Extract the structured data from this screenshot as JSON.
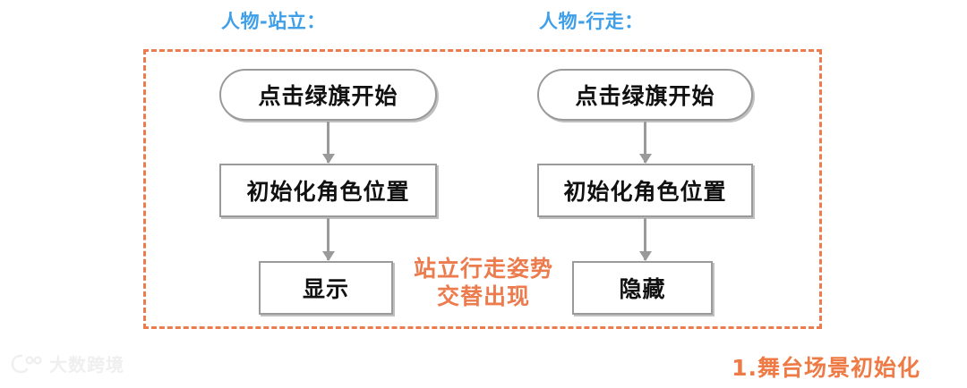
{
  "diagram": {
    "columns": [
      {
        "header": "人物-站立：",
        "nodes": [
          {
            "label": "点击绿旗开始",
            "shape": "terminal"
          },
          {
            "label": "初始化角色位置",
            "shape": "process"
          },
          {
            "label": "显示",
            "shape": "process"
          }
        ]
      },
      {
        "header": "人物-行走：",
        "nodes": [
          {
            "label": "点击绿旗开始",
            "shape": "terminal"
          },
          {
            "label": "初始化角色位置",
            "shape": "process"
          },
          {
            "label": "隐藏",
            "shape": "process"
          }
        ]
      }
    ],
    "middle_note": {
      "line1": "站立行走姿势",
      "line2": "交替出现"
    },
    "caption": "1.舞台场景初始化",
    "watermark": {
      "text": "大数跨境"
    },
    "colors": {
      "header_blue": "#3F9FE8",
      "annotation_orange": "#EC7B4E",
      "caption_orange": "#EE7B45",
      "node_border_gray": "#9A9A9A",
      "node_text": "#111111",
      "dashed_border": "#EC7B4E",
      "background": "#FFFFFF"
    }
  }
}
